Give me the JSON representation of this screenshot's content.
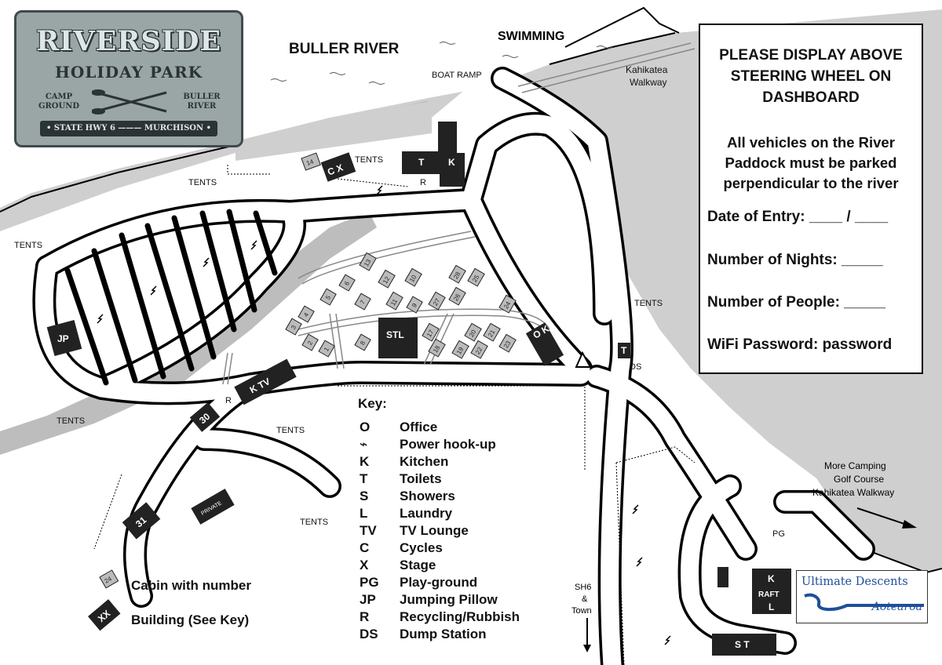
{
  "logo": {
    "title": "RIVERSIDE",
    "subtitle": "HOLIDAY PARK",
    "left_tag": "CAMP GROUND",
    "right_tag": "BULLER RIVER",
    "bar_text": "• STATE HWY 6 ——— MURCHISON •"
  },
  "map_labels": {
    "river": "BULLER RIVER",
    "swimming": "SWIMMING",
    "boat_ramp": "BOAT RAMP",
    "walkway": "Kahikatea Walkway",
    "tents_1": "TENTS",
    "tents_2": "TENTS",
    "tents_3": "TENTS",
    "tents_4": "TENTS",
    "tents_5": "TENTS",
    "tents_6": "TENTS",
    "tents_7": "TENTS",
    "ds": "DS",
    "r_top": "R",
    "r_mid": "R",
    "pg": "PG",
    "sh6": "SH6 & Town",
    "more_camping": "More Camping",
    "golf": "Golf Course",
    "walkway2": "Kahikatea Walkway"
  },
  "buildings": {
    "cx": "C X",
    "t_top": "T",
    "k_top": "K",
    "jp": "JP",
    "stl": "STL",
    "ok": "O K",
    "ktv": "K  TV",
    "b30": "30",
    "b31": "31",
    "private": "PRIVATE",
    "t_ds": "T",
    "kraftl": "K RAFT L",
    "st": "S T"
  },
  "cabins": [
    "14",
    "1",
    "2",
    "3",
    "4",
    "5",
    "6",
    "7",
    "8",
    "9",
    "10",
    "11",
    "12",
    "13",
    "17",
    "18",
    "19",
    "20",
    "21",
    "22",
    "23",
    "24",
    "25",
    "26",
    "27",
    "28"
  ],
  "notice": {
    "heading": "PLEASE DISPLAY ABOVE STEERING WHEEL ON DASHBOARD",
    "rule": "All vehicles on the River Paddock must be parked perpendicular to the river",
    "date_entry": "Date of Entry: ____ / ____",
    "nights": "Number of Nights: _____",
    "people": "Number of People: _____",
    "wifi": "WiFi Password: password"
  },
  "key": {
    "title": "Key:",
    "items": [
      {
        "code": "O",
        "label": "Office"
      },
      {
        "code": "⌁",
        "label": "Power hook-up"
      },
      {
        "code": "K",
        "label": "Kitchen"
      },
      {
        "code": "T",
        "label": "Toilets"
      },
      {
        "code": "S",
        "label": "Showers"
      },
      {
        "code": "L",
        "label": "Laundry"
      },
      {
        "code": "TV",
        "label": "TV Lounge"
      },
      {
        "code": "C",
        "label": "Cycles"
      },
      {
        "code": "X",
        "label": "Stage"
      },
      {
        "code": "PG",
        "label": "Play-ground"
      },
      {
        "code": "JP",
        "label": "Jumping Pillow"
      },
      {
        "code": "R",
        "label": "Recycling/Rubbish"
      },
      {
        "code": "DS",
        "label": "Dump Station"
      }
    ]
  },
  "legend": {
    "cabin_sample": "24",
    "cabin_label": "Cabin with number",
    "building_sample": "XX",
    "building_label": "Building (See Key)"
  },
  "ud_logo": {
    "line1": "Ultimate Descents",
    "line2": "Aotearoa"
  },
  "colors": {
    "river_grey": "#cfcfcf",
    "stipple_grey": "#bdbdbd",
    "logo_bg": "#9aa5a6",
    "ud_blue": "#1e4f9a"
  }
}
